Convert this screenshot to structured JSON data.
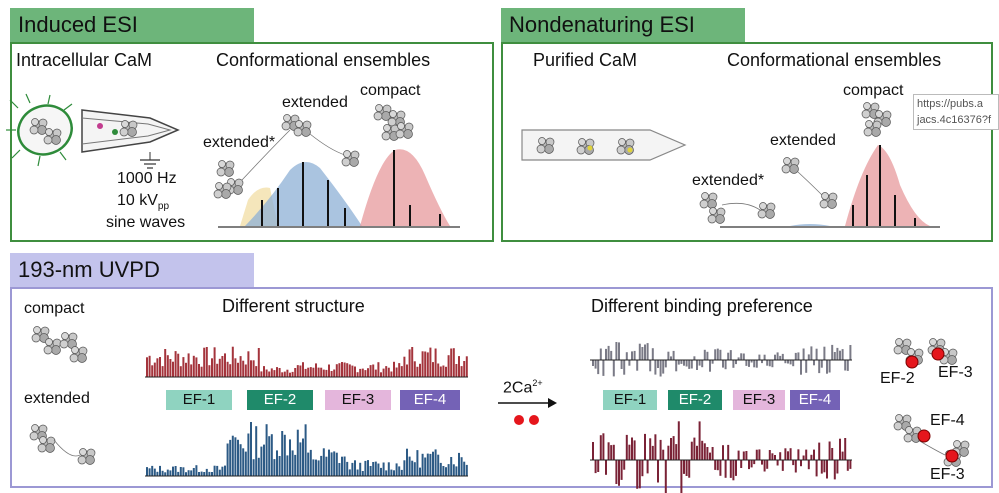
{
  "panels": {
    "induced": {
      "tab": "Induced ESI",
      "left_title": "Intracellular CaM",
      "right_title": "Conformational ensembles",
      "freq": "1000 Hz",
      "volt": "10 kV",
      "volt_sub": "pp",
      "wave": "sine waves",
      "extended": "extended",
      "extended_star": "extended*",
      "compact": "compact"
    },
    "nondenat": {
      "tab": "Nondenaturing ESI",
      "left_title": "Purified CaM",
      "right_title": "Conformational ensembles",
      "compact": "compact",
      "extended": "extended",
      "extended_star": "extended*"
    },
    "uvpd": {
      "tab": "193-nm UVPD",
      "compact": "compact",
      "extended": "extended",
      "diff_structure": "Different structure",
      "diff_binding": "Different binding preference",
      "ca_label": "2Ca",
      "ca_sup": "2+",
      "ef_labels": [
        "EF-1",
        "EF-2",
        "EF-3",
        "EF-4"
      ],
      "site_labels": {
        "top_a": "EF-2",
        "top_b": "EF-3",
        "bot_a": "EF-4",
        "bot_b": "EF-3"
      }
    }
  },
  "tooltip": {
    "line1": "https://pubs.a",
    "line2": "jacs.4c16376?f"
  },
  "colors": {
    "green_tab": "#6db57a",
    "green_border": "#3f8e3f",
    "purple_tab": "#c3c3ec",
    "purple_border": "#9c98d4",
    "red_bars": "#a4343c",
    "blue_bars": "#2c5a85",
    "diff_bars": "#7a2236",
    "ca_dot": "#e5161c"
  }
}
